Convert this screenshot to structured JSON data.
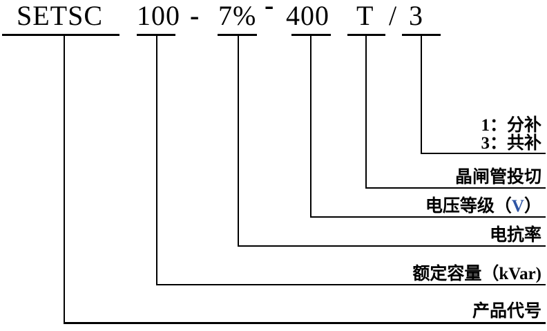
{
  "colors": {
    "line": "#000000",
    "text": "#000000",
    "accent_blue": "#2F55A4"
  },
  "code": {
    "product": "SETSC",
    "capacity": "100",
    "dash1": "-",
    "reactance": "7%",
    "dash2": "-",
    "voltage": "400",
    "switching": "T",
    "slash": "/",
    "compensation": "3"
  },
  "legend": {
    "comp_option_1": "1：分补",
    "comp_option_3": "3：共补",
    "thyristor": "晶闸管投切",
    "voltage_prefix": "电压等级（",
    "voltage_unit": "V",
    "voltage_suffix": "）",
    "reactance": "电抗率",
    "capacity_prefix": "额定容量（",
    "capacity_unit": "kVar",
    "capacity_suffix": ")",
    "product": "产品代号"
  }
}
